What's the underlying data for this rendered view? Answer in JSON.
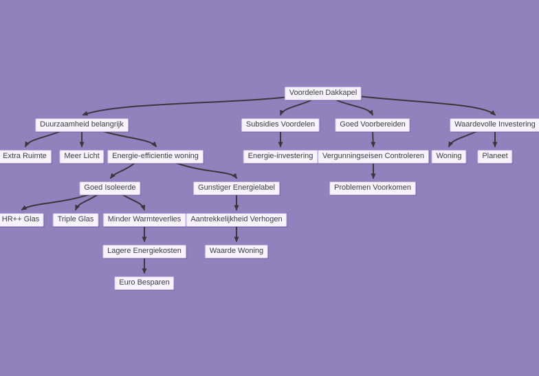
{
  "diagram": {
    "type": "mindmap-tree",
    "language": "nl",
    "colors": {
      "background": "#9082bc",
      "node_fill": "#f6f3fd",
      "node_border": "#b8a9e0",
      "edge": "#383838",
      "text": "#3c3c3c"
    },
    "nodes": {
      "root": {
        "label": "Voordelen Dakkapel"
      },
      "duurzaamheid": {
        "label": "Duurzaamheid belangrijk"
      },
      "subsidies": {
        "label": "Subsidies Voordelen"
      },
      "voorbereiden": {
        "label": "Goed Voorbereiden"
      },
      "investering": {
        "label": "Waardevolle Investering"
      },
      "extra_ruimte": {
        "label": "Extra Ruimte"
      },
      "meer_licht": {
        "label": "Meer Licht"
      },
      "energie_efficientie": {
        "label": "Energie-efficientie woning"
      },
      "energie_investering": {
        "label": "Energie-investering"
      },
      "vergunningseisen": {
        "label": "Vergunningseisen Controleren"
      },
      "woning": {
        "label": "Woning"
      },
      "planeet": {
        "label": "Planeet"
      },
      "goed_isoleerde": {
        "label": "Goed Isoleerde"
      },
      "gunstiger_energielabel": {
        "label": "Gunstiger Energielabel"
      },
      "problemen_voorkomen": {
        "label": "Problemen Voorkomen"
      },
      "hr_glas": {
        "label": "HR++ Glas"
      },
      "triple_glas": {
        "label": "Triple Glas"
      },
      "minder_warmteverlies": {
        "label": "Minder Warmteverlies"
      },
      "aantrekkelijkheid": {
        "label": "Aantrekkelijkheid Verhogen"
      },
      "lagere_energiekosten": {
        "label": "Lagere Energiekosten"
      },
      "waarde_woning": {
        "label": "Waarde Woning"
      },
      "euro_besparen": {
        "label": "Euro Besparen"
      }
    },
    "edges": [
      [
        "root",
        "duurzaamheid"
      ],
      [
        "root",
        "subsidies"
      ],
      [
        "root",
        "voorbereiden"
      ],
      [
        "root",
        "investering"
      ],
      [
        "duurzaamheid",
        "extra_ruimte"
      ],
      [
        "duurzaamheid",
        "meer_licht"
      ],
      [
        "duurzaamheid",
        "energie_efficientie"
      ],
      [
        "subsidies",
        "energie_investering"
      ],
      [
        "voorbereiden",
        "vergunningseisen"
      ],
      [
        "vergunningseisen",
        "problemen_voorkomen"
      ],
      [
        "investering",
        "woning"
      ],
      [
        "investering",
        "planeet"
      ],
      [
        "energie_efficientie",
        "goed_isoleerde"
      ],
      [
        "energie_efficientie",
        "gunstiger_energielabel"
      ],
      [
        "goed_isoleerde",
        "hr_glas"
      ],
      [
        "goed_isoleerde",
        "triple_glas"
      ],
      [
        "goed_isoleerde",
        "minder_warmteverlies"
      ],
      [
        "gunstiger_energielabel",
        "aantrekkelijkheid"
      ],
      [
        "minder_warmteverlies",
        "lagere_energiekosten"
      ],
      [
        "aantrekkelijkheid",
        "waarde_woning"
      ],
      [
        "lagere_energiekosten",
        "euro_besparen"
      ]
    ]
  }
}
